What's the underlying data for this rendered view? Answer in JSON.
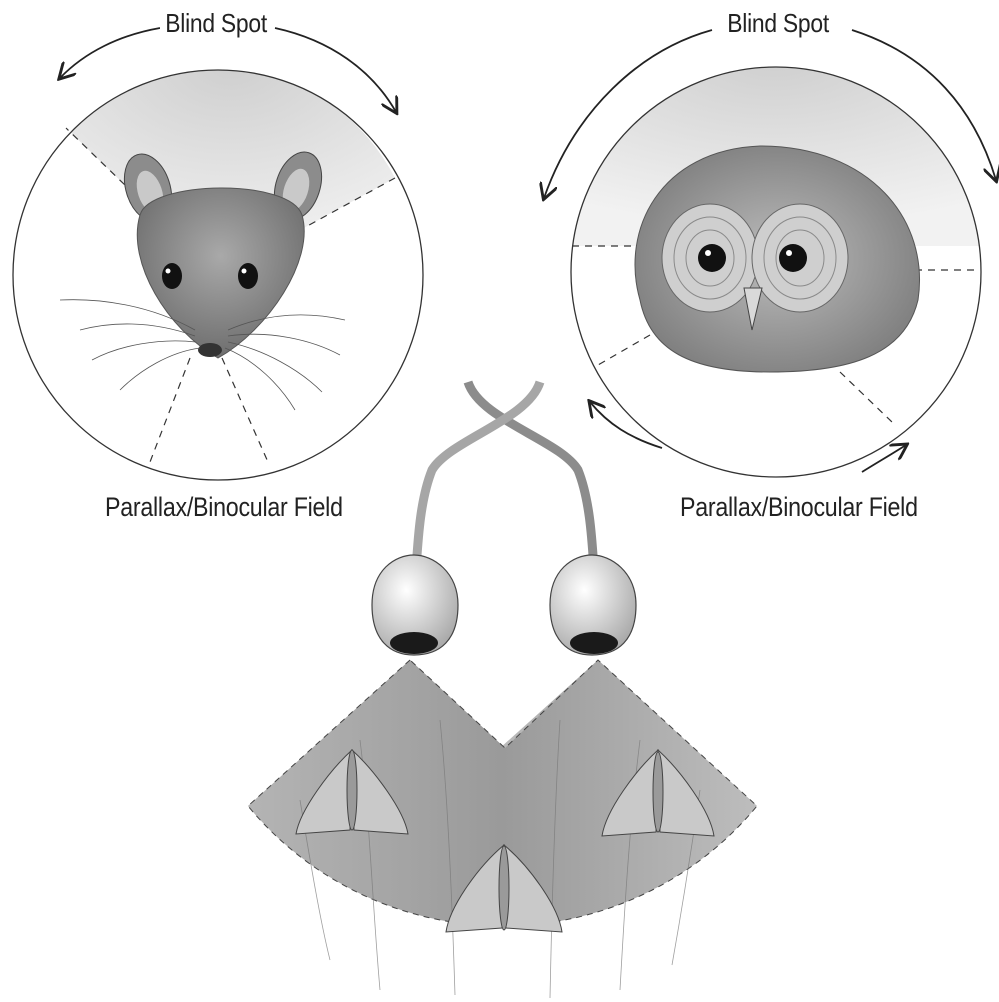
{
  "mouse_panel": {
    "top_label": "Blind Spot",
    "bottom_label": "Parallax/Binocular Field"
  },
  "owl_panel": {
    "top_label": "Blind Spot",
    "bottom_label": "Parallax/Binocular Field"
  },
  "colors": {
    "ink": "#222222",
    "graphite_light": "#e6e6e6",
    "graphite_mid": "#b9b9b9",
    "graphite_dark": "#4a4a4a"
  }
}
